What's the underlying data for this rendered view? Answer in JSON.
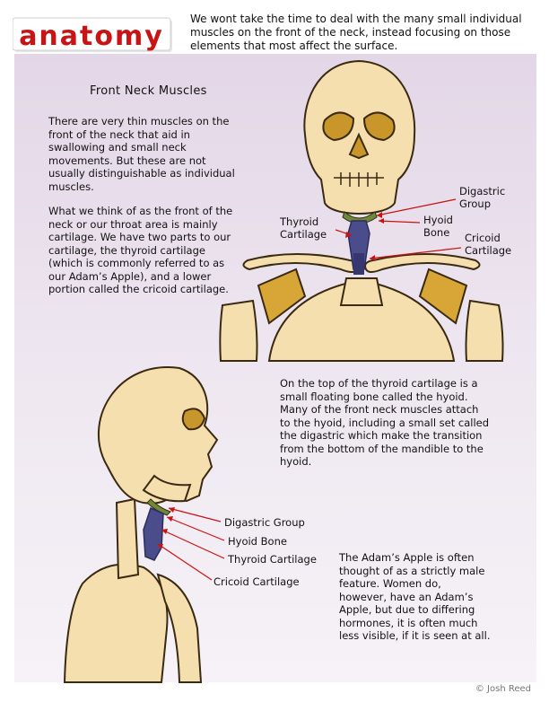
{
  "header": {
    "logo_text": "anatomy",
    "intro": "We wont take the time to deal with the many small individual muscles on the front of the neck, instead focusing on those elements that most affect the surface."
  },
  "section": {
    "title": "Front Neck Muscles",
    "para1": "There are very thin muscles on the front of the neck that aid in swallowing and small neck movements.  But these are not usually distinguishable as individual muscles.",
    "para2": "What we think of as the front of the neck or our throat area is mainly cartilage.  We have two parts to our cartilage, the thyroid cartilage (which is commonly referred to as our Adam’s Apple), and a lower portion called the cricoid cartilage.",
    "para3": "On the top of the thyroid cartilage is a small floating bone called the hyoid.  Many of the front neck muscles attach to the hyoid, including a small set called the digastric which make the transition from the bottom of the mandible to the hyoid.",
    "para4": "The Adam’s Apple is often thought of as a strictly male feature.  Women do, however, have an Adam’s Apple, but due to differing hormones, it is often much less visible, if it is seen at all."
  },
  "front_labels": {
    "digastric": "Digastric Group",
    "hyoid": "Hyoid Bone",
    "thyroid": "Thyroid Cartilage",
    "cricoid": "Cricoid Cartilage"
  },
  "side_labels": {
    "digastric": "Digastric Group",
    "hyoid": "Hyoid Bone",
    "thyroid": "Thyroid Cartilage",
    "cricoid": "Cricoid Cartilage"
  },
  "credit": "© Josh Reed",
  "colors": {
    "bone": "#f5dfae",
    "bone_outline": "#3a2a12",
    "eye_socket": "#c8962a",
    "cartilage": "#4b4c8c",
    "digastric": "#6c8a3a",
    "pointer": "#cc1111",
    "logo_red": "#c81414"
  }
}
